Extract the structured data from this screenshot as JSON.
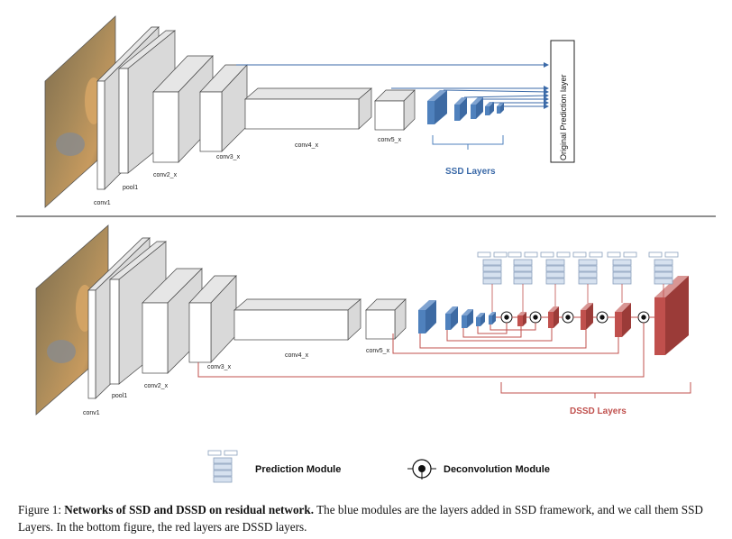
{
  "colors": {
    "ssd_blue": "#4f81bd",
    "dssd_red": "#c0504d",
    "arrow_blue": "#3b6aa8",
    "line_red": "#c0504d",
    "layer_gray": "#cfcfcf"
  },
  "top": {
    "layers": {
      "conv1": "conv1",
      "pool1": "pool1",
      "conv2": "conv2_x",
      "conv3": "conv3_x",
      "conv4": "conv4_x",
      "conv5": "conv5_x"
    },
    "group_label": "SSD Layers",
    "prediction_layer": "Original Prediction layer"
  },
  "bottom": {
    "layers": {
      "conv1": "conv1",
      "pool1": "pool1",
      "conv2": "conv2_x",
      "conv3": "conv3_x",
      "conv4": "conv4_x",
      "conv5": "conv5_x"
    },
    "group_label": "DSSD Layers"
  },
  "legend": {
    "prediction": "Prediction Module",
    "deconvolution": "Deconvolution  Module"
  },
  "caption": {
    "prefix": "Figure 1: ",
    "title": "Networks of SSD and DSSD on residual network.",
    "body": " The blue modules are the layers added in SSD framework, and we call them SSD Layers. In the bottom figure, the red layers are DSSD layers."
  }
}
